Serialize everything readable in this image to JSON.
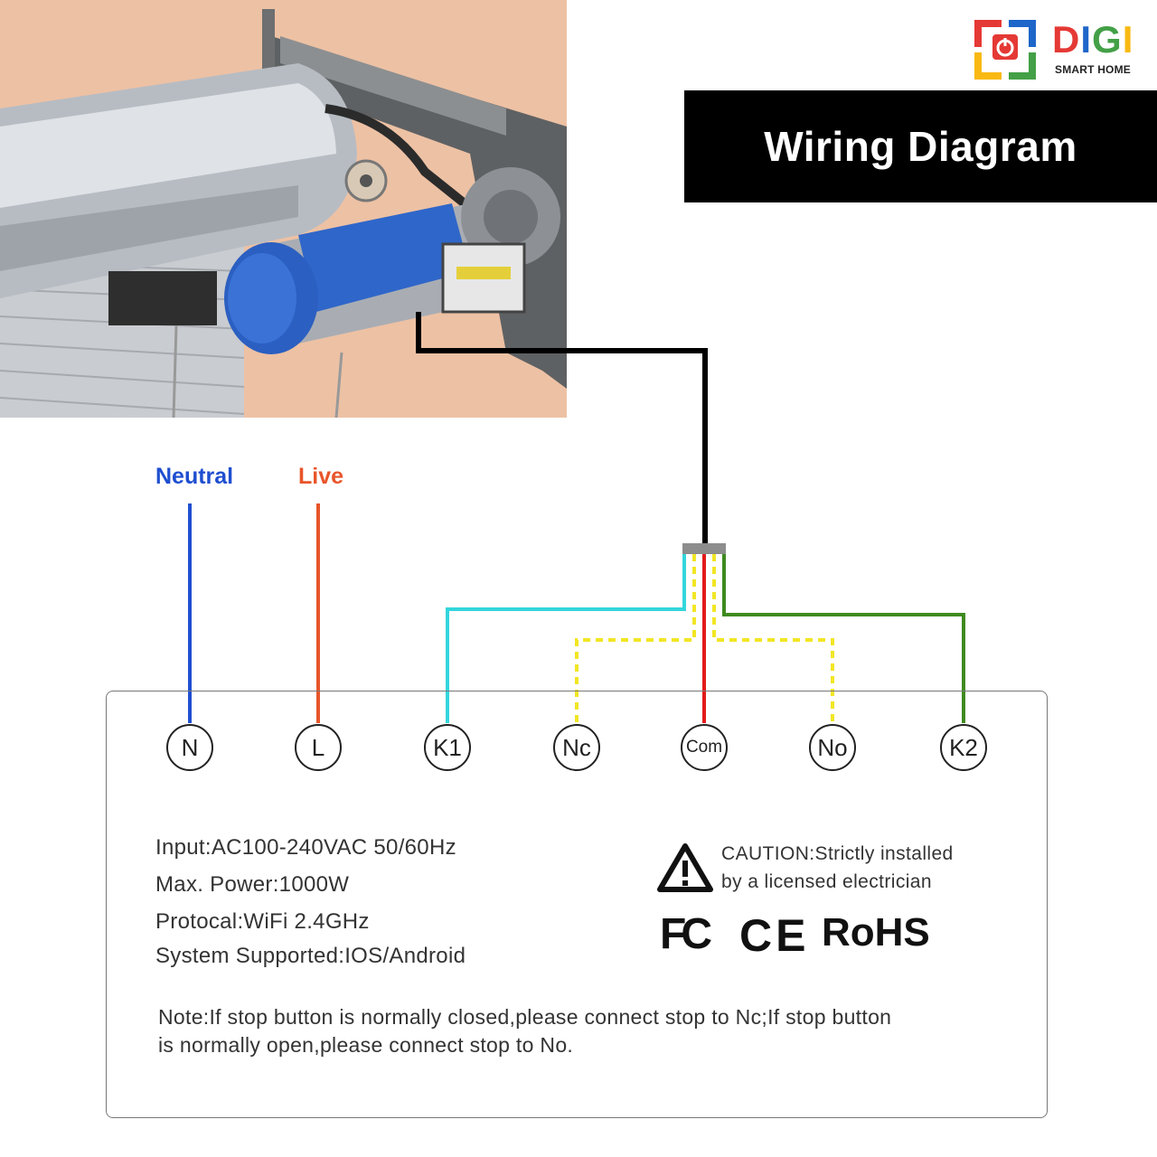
{
  "brand": {
    "name": "DIGI",
    "tagline": "SMART HOME",
    "colors": {
      "red": "#e53935",
      "blue": "#1e66c9",
      "green": "#43a047",
      "yellow": "#f9b912"
    }
  },
  "title": "Wiring Diagram",
  "wires": {
    "neutral": {
      "label": "Neutral",
      "color": "#1f4fd0"
    },
    "live": {
      "label": "Live",
      "color": "#e8552a"
    },
    "motor_cable_color": "#000000",
    "k1_color": "#33d6dc",
    "k2_color": "#3f8a1f",
    "com_color": "#e31b1b",
    "stop_color": "#f2e624"
  },
  "terminals": [
    "N",
    "L",
    "K1",
    "Nc",
    "Com",
    "No",
    "K2"
  ],
  "specs": [
    "Input:AC100-240VAC 50/60Hz",
    "Max. Power:1000W",
    "Protocal:WiFi 2.4GHz",
    "System Supported:IOS/Android"
  ],
  "caution": {
    "icon": "warning-triangle-icon",
    "line1": "CAUTION:Strictly installed",
    "line2": "by a licensed electrician"
  },
  "certifications": [
    "FC",
    "CE",
    "RoHS"
  ],
  "note": {
    "line1": "Note:If stop button is normally closed,please connect stop to Nc;If stop button",
    "line2": "is normally open,please connect stop to No."
  }
}
